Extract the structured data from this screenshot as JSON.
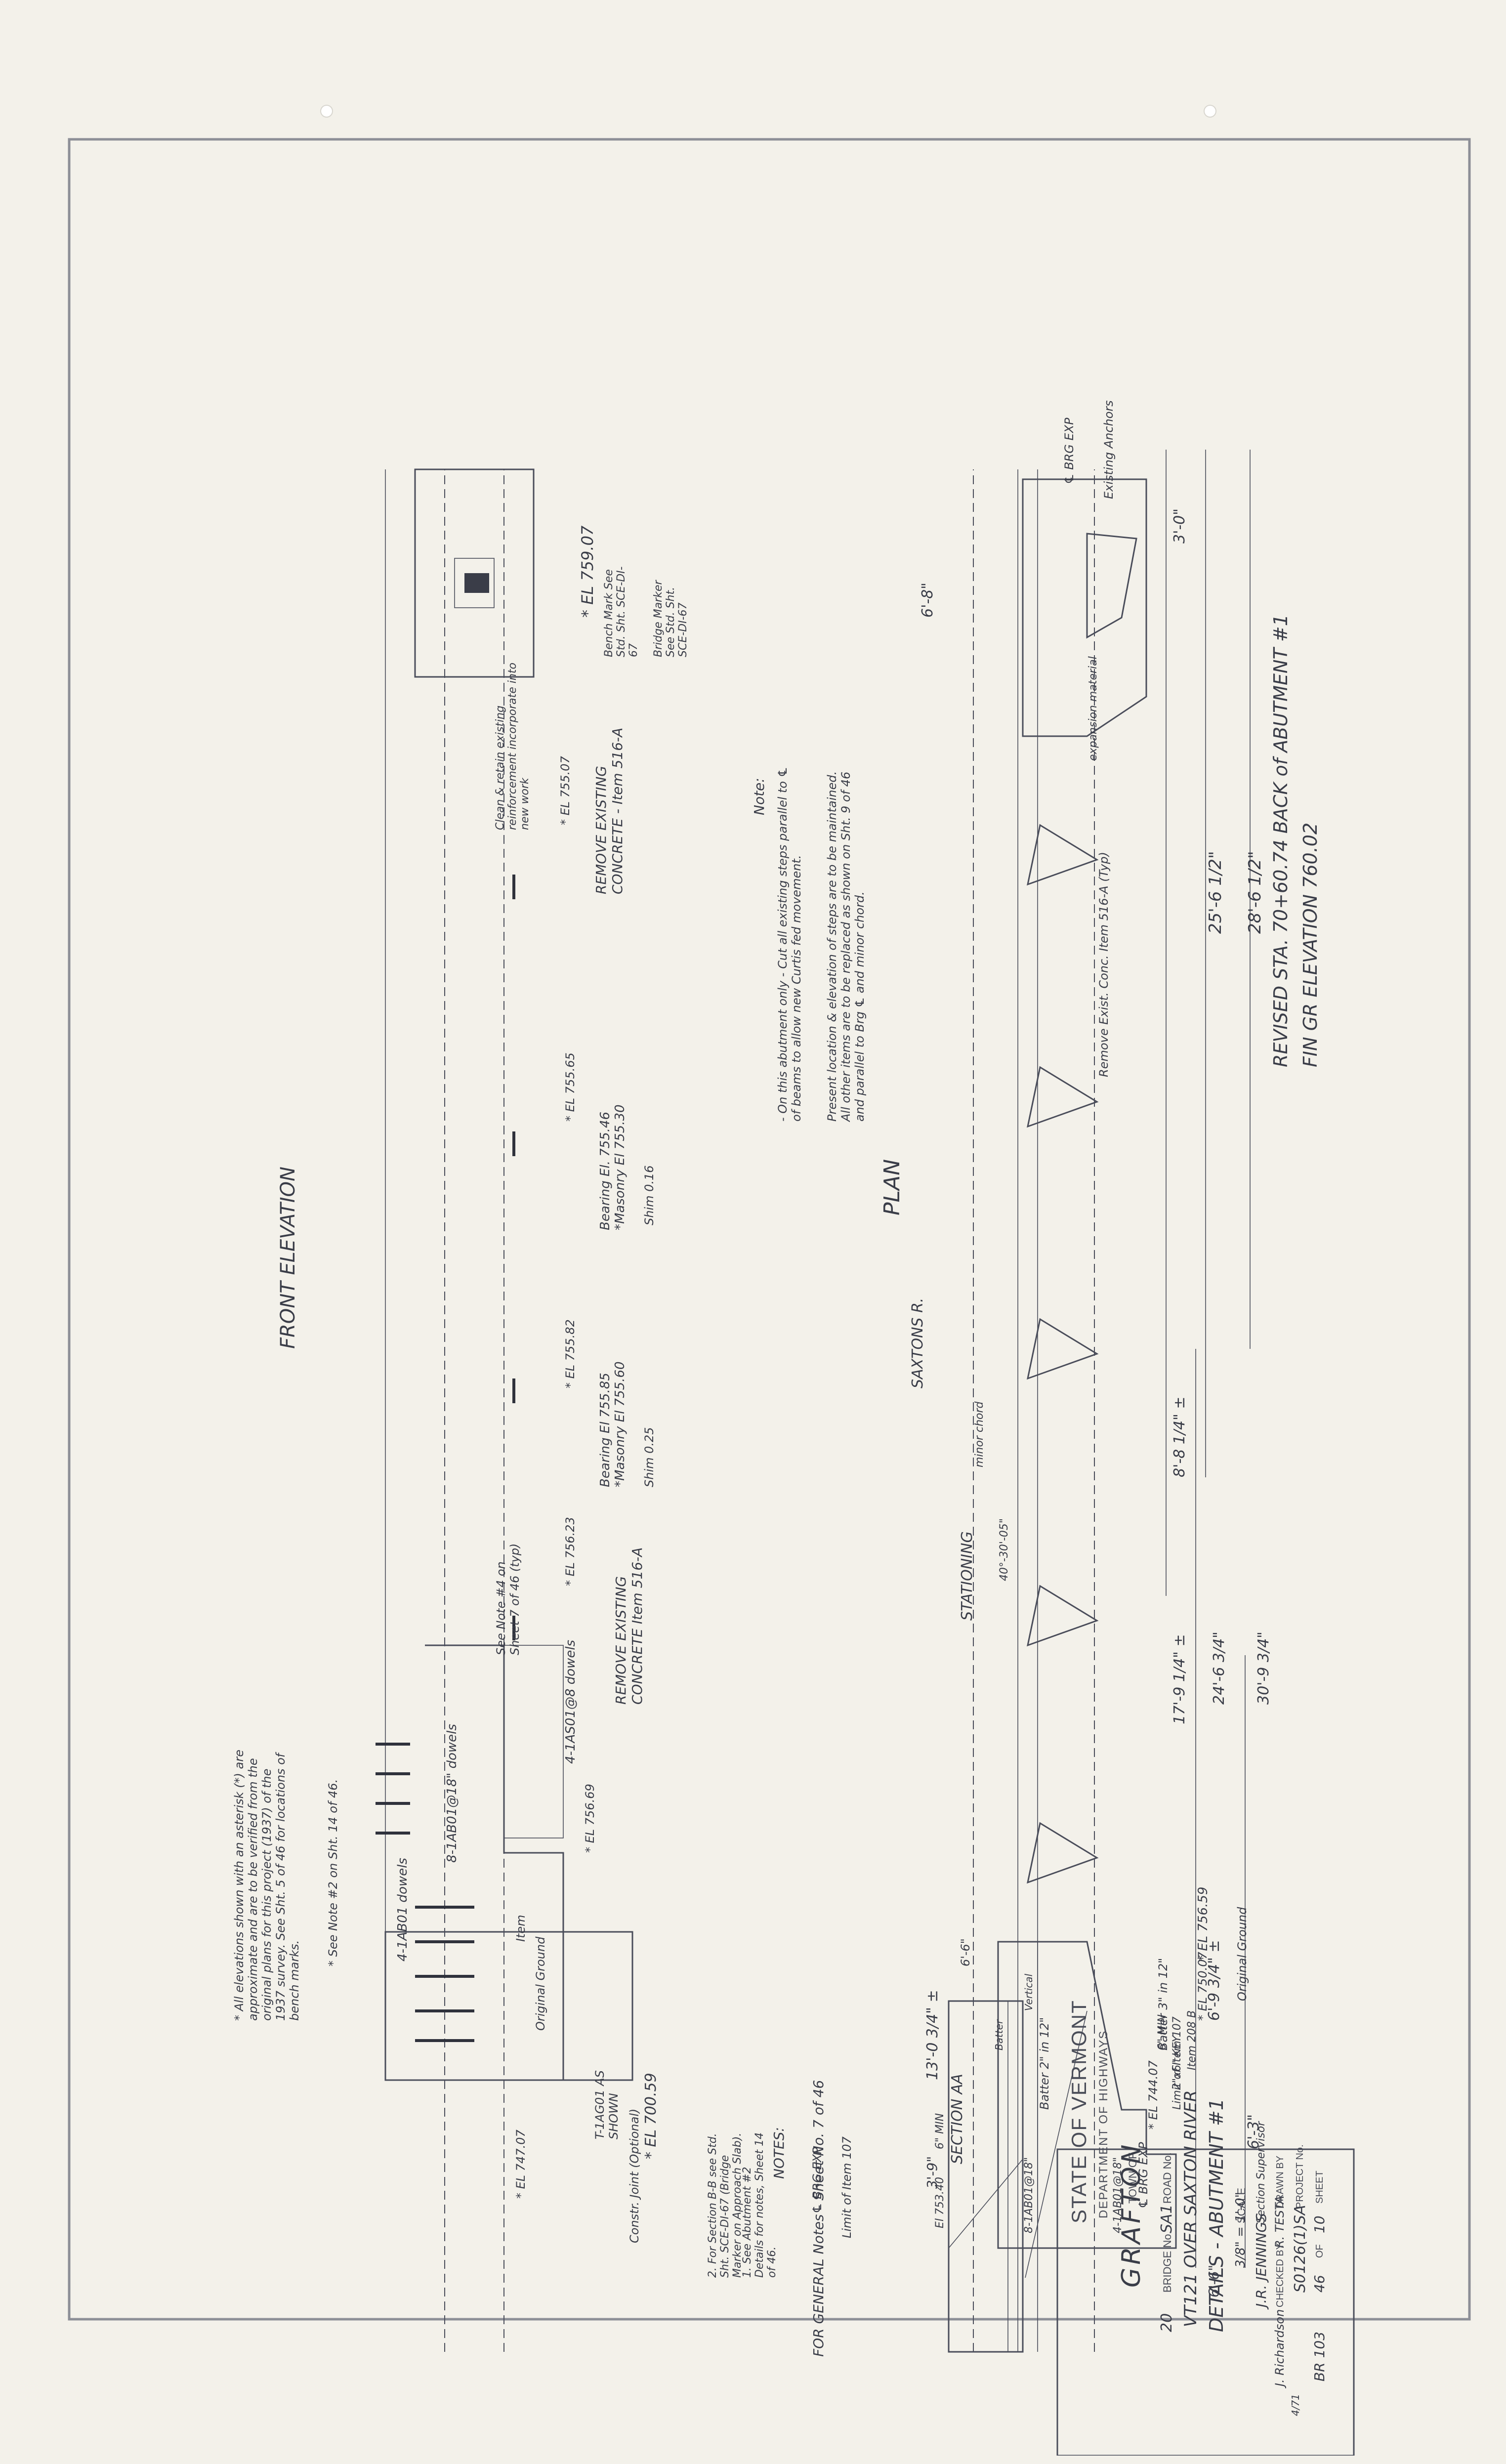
{
  "title_block": {
    "state": "STATE OF VERMONT",
    "department": "DEPARTMENT OF HIGHWAYS",
    "town_label": "TOWN OF",
    "town": "GRAFTON",
    "road_label": "ROAD No.",
    "road": "SA1",
    "bridge_label": "BRIDGE No.",
    "bridge": "20",
    "description_1": "VT121 OVER SAXTON RIVER",
    "description_2": "DETAILS - ABUTMENT #1",
    "scale_label": "SCALE",
    "scale": "3/8\" = 1'-0\"",
    "supervisor_label": "Section Supervisor",
    "supervisor": "J.R. JENNINGS",
    "drawn_label": "DRAWN BY",
    "drawn_by": "R. TESTA",
    "checked_label": "CHECKED BY",
    "checked_by": "J. Richardson",
    "date": "4/71",
    "project_label": "PROJECT No.",
    "project": "S0126(1)SA",
    "sheet_label": "SHEET",
    "sheet": "10",
    "of_label": "OF",
    "sheets_total": "46",
    "br_number": "BR 103"
  },
  "views": {
    "plan": "PLAN",
    "front_elevation": "FRONT ELEVATION",
    "section_aa": "SECTION AA"
  },
  "plan_notes": {
    "revised_sta": "REVISED STA. 70+60.74 BACK of ABUTMENT #1",
    "fin_gr": "FIN GR ELEVATION 760.02",
    "dim_28": "28'-6 1/2\"",
    "dim_25": "25'-6 1/2\"",
    "dim_3": "3'-0\"",
    "dim_6_8": "6'-8\"",
    "dim_8_8": "8'-8 1/4\" ±",
    "dim_17": "17'-9 1/4\" ±",
    "dim_24": "24'-6 3/4\"",
    "dim_30": "30'-9 3/4\"",
    "dim_6_9": "6'-9 3/4\" ±",
    "dim_6_3": "6'-3\"",
    "dim_13": "13'-0 3/4\" ±",
    "dim_3_9": "3'-9\"",
    "dim_6_6": "6'-6\"",
    "existing_anchors": "Existing Anchors",
    "cl_brg_exp": "℄ BRG EXP",
    "expansion_material": "expansion material",
    "remove_exist_conc": "Remove Exist. Conc. Item 516-A (Typ)",
    "batter_2": "Batter 2\" in 12\"",
    "batter_3": "Batter 3\" in 12\"",
    "saxtons_r": "SAXTONS R.",
    "stationing": "STATIONING",
    "minor_chord": "minor chord",
    "angle": "40°-30'-05\"",
    "cl_brg_exp2": "℄ BRG EXP",
    "note_label": "Note:",
    "note_1": "- On this abutment only - Cut all existing steps parallel to ℄ of beams to allow new Curtis fed movement.",
    "note_2": "Present location & elevation of steps are to be maintained. All other items are to be replaced as shown on Sht. 9 of 46 and parallel to Brg ℄ and minor chord."
  },
  "elevation_notes": {
    "el_759": "* EL 759.07",
    "bridge_marker": "Bridge Marker See Std. Sht. SCE-DI-67",
    "bench_mark": "Bench Mark See Std. Sht. SCE-DI-67",
    "remove_existing_1": "REMOVE EXISTING CONCRETE - Item 516-A",
    "el_755_07": "* EL 755.07",
    "clean_retain": "Clean & retain existing reinforcement incorporate into new work",
    "bearing_1": "Bearing El. 755.46 *Masonry El 755.30",
    "shim_1": "Shim 0.16",
    "el_755_65": "* EL 755.65",
    "bearing_2": "Bearing El 755.85 *Masonry El 755.60",
    "shim_2": "Shim 0.25",
    "el_755_82": "* EL 755.82",
    "remove_existing_2": "REMOVE EXISTING CONCRETE Item 516-A",
    "el_756_23": "* EL 756.23",
    "dowels_1": "4-1AS01@8 dowels",
    "see_note_4": "See Note #4 on Sheet 7 of 46 (typ)",
    "el_756_69": "* EL 756.69",
    "dowels_2": "8-1AB01@18\" dowels",
    "dowels_3": "4-1AB01 dowels",
    "item": "Item",
    "original_ground": "Original Ground",
    "el_700_59": "* EL 700.59",
    "t_bar": "T-1AG01 AS SHOWN",
    "el_747_07": "* EL 747.07",
    "const_joint": "Constr. Joint (Optional)",
    "cl_brg_exp": "℄ BRG EXP",
    "limit_item_107": "Limit of Item 107",
    "see_note_2": "* See Note #2 on Sht. 14 of 46.",
    "asterisk_note": "* All elevations shown with an asterisk (*) are approximate and are to be verified from the original plans for this project (1937) of the 1937 survey. See Sht. 5 of 46 for locations of bench marks."
  },
  "general_notes": {
    "for_general": "FOR GENERAL Notes - Sheet No. 7 of 46",
    "notes_label": "NOTES:",
    "note_1": "1. See Abutment #2 Details for notes, Sheet 14 of 46.",
    "note_2": "2. For Section B-B see Std. Sht. SCE-DI-67 (Bridge Marker on Approach Slab)."
  },
  "section_aa_notes": {
    "el_756_59": "* EL 756.59",
    "original_ground": "Original Ground",
    "el_750_07": "* EL 750.07",
    "min_6": "6\" MIN",
    "item_208": "Item 208 B",
    "key": "2\"x6\" KEY",
    "limit_107": "Limit of Item 107",
    "el_744_07": "* EL 744.07",
    "el_753_40": "El 753.40",
    "min_6b": "6\" MIN",
    "bars_1": "4-1AB01@18\"",
    "bars_2": "8-1AB01@18\"",
    "dim_6_6": "6'-6\"",
    "batter": "Batter",
    "vertical": "Vertical"
  }
}
